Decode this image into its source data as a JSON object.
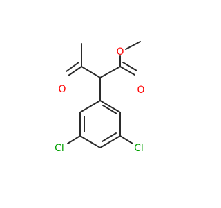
{
  "molecule": {
    "atoms": {
      "O_carbonyl_ketone": {
        "symbol": "O",
        "color": "#ff0000"
      },
      "O_carbonyl_ester": {
        "symbol": "O",
        "color": "#ff0000"
      },
      "O_ether_ester": {
        "symbol": "O",
        "color": "#ff0000"
      },
      "Cl_left": {
        "symbol": "Cl",
        "color": "#00a000"
      },
      "Cl_right": {
        "symbol": "Cl",
        "color": "#00a000"
      }
    },
    "bond_color": "#2b2b2b",
    "background": "#ffffff"
  }
}
